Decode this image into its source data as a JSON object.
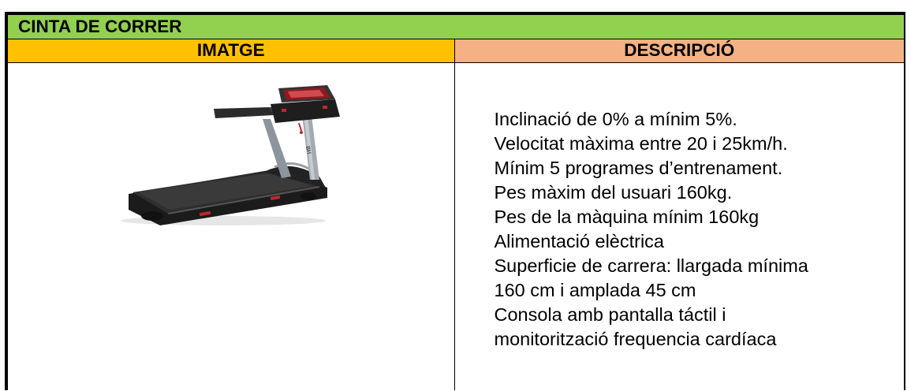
{
  "table": {
    "title": "CINTA DE CORRER",
    "headers": {
      "image": "IMATGE",
      "description": "DESCRIPCIÓ"
    },
    "description_lines": [
      "Inclinació de 0% a mínim 5%.",
      "Velocitat màxima entre 20 i 25km/h.",
      "Mínim 5 programes d’entrenament.",
      "Pes màxim del usuari 160kg.",
      "Pes de la màquina mínim 160kg",
      "Alimentació elèctrica",
      "Superficie de carrera: llargada mínima",
      "160 cm i amplada 45 cm",
      "Consola amb pantalla táctil i",
      "monitorització frequencia cardíaca"
    ]
  },
  "colors": {
    "title_bg": "#92d050",
    "image_header_bg": "#ffc000",
    "description_header_bg": "#f4b183"
  },
  "image": {
    "subject": "treadmill-photo"
  }
}
